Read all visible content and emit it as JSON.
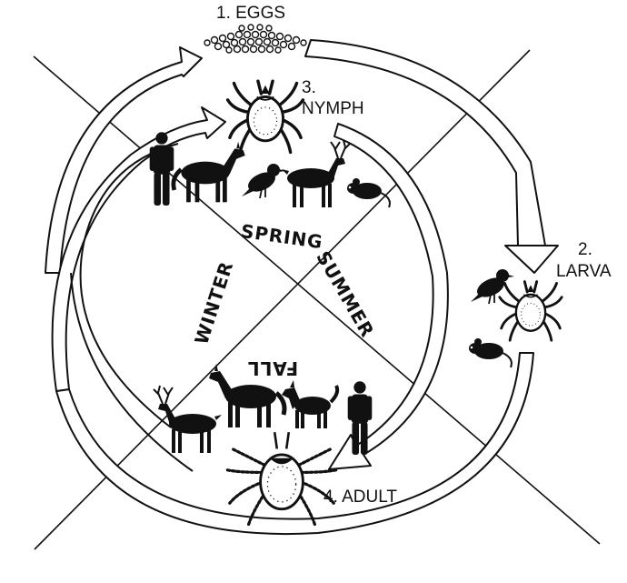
{
  "stages": {
    "eggs": "1. EGGS",
    "larva_num": "2.",
    "larva": "LARVA",
    "nymph_num": "3.",
    "nymph": "NYMPH",
    "adult": "4. ADULT"
  },
  "seasons": {
    "spring": "SPRING",
    "summer": "SUMMER",
    "fall": "FALL",
    "winter": "WINTER"
  },
  "icons": {
    "eggs": "eggs-cluster-icon",
    "larva": "larva-tick-icon",
    "nymph": "nymph-tick-icon",
    "adult": "adult-tick-icon",
    "hosts": [
      "human-icon",
      "horse-icon",
      "bird-icon",
      "deer-icon",
      "mouse-icon",
      "dog-icon"
    ]
  },
  "colors": {
    "ink": "#111111",
    "paper": "#ffffff"
  }
}
